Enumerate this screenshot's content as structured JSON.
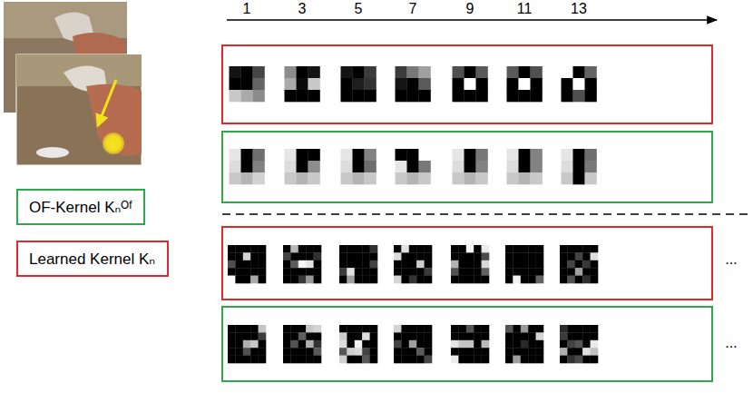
{
  "diagram": {
    "labels": [
      "1",
      "3",
      "5",
      "7",
      "9",
      "11",
      "13",
      "...",
      "..."
    ],
    "legend": [
      {
        "text": "OF-Kernel Kₙᴼᶠ",
        "color": "#2ea84a"
      },
      {
        "text": "Learned Kernel Kₙ",
        "color": "#e0292b"
      }
    ]
  }
}
